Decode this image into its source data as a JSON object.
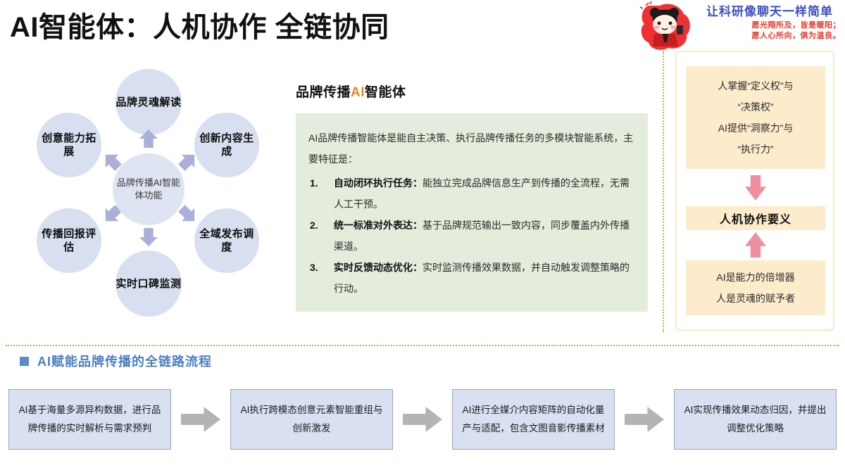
{
  "page": {
    "title": "AI智能体：人机协作 全链协同"
  },
  "brand": {
    "tagline": "让科研像聊天一样简单",
    "slogan_line1": "愿光翔所及，皆是暖阳；",
    "slogan_line2": "愿人心所向，俱为温良。",
    "mascot_icon": "mascot-character-icon",
    "accent_blue": "#3d4fbf",
    "accent_red": "#e8392b"
  },
  "wheel": {
    "center": "品牌传播AI智能体功能",
    "nodes": [
      {
        "id": "top",
        "label": "品牌灵魂解读"
      },
      {
        "id": "top-right",
        "label": "创新内容生成"
      },
      {
        "id": "bottom-right",
        "label": "全域发布调度"
      },
      {
        "id": "bottom",
        "label": "实时口碑监测"
      },
      {
        "id": "bottom-left",
        "label": "传播回报评估"
      },
      {
        "id": "top-left",
        "label": "创意能力拓展"
      }
    ],
    "node_color": "#d7dff0",
    "arrow_color": "#aab0da"
  },
  "middle": {
    "heading_pre": "品牌传播",
    "heading_accent": "AI",
    "heading_post": "智能体",
    "intro": "AI品牌传播智能体是能自主决策、执行品牌传播任务的多模块智能系统，主要特征是：",
    "features": [
      {
        "term": "自动闭环执行任务：",
        "desc": "能独立完成品牌信息生产到传播的全流程，无需人工干预。"
      },
      {
        "term": "统一标准对外表达：",
        "desc": "基于品牌规范输出一致内容，同步覆盖内外传播渠道。"
      },
      {
        "term": "实时反馈动态优化：",
        "desc": "实时监测传播效果数据，并自动触发调整策略的行动。"
      }
    ],
    "card_color": "#e4ecdb"
  },
  "right_panel": {
    "top_lines": [
      "人掌握“定义权”与",
      "“决策权”",
      "AI提供“洞察力”与",
      "“执行力”"
    ],
    "center_title": "人机协作要义",
    "bottom_lines": [
      "AI是能力的倍增器",
      "人是灵魂的赋予者"
    ],
    "box_color": "#fdeccc",
    "arrow_color": "#ef8f9e",
    "arrow_down_icon": "arrow-down-icon",
    "arrow_up_icon": "arrow-up-icon"
  },
  "bottom_section": {
    "title": "AI赋能品牌传播的全链路流程",
    "bullet_color": "#5b8cc8",
    "title_color": "#4a7fc1",
    "steps": [
      "AI基于海量多源异构数据，进行品牌传播的实时解析与需求预判",
      "AI执行跨模态创意元素智能重组与创新激发",
      "AI进行全媒介内容矩阵的自动化量产与适配，包含文图音影传播素材",
      "AI实现传播效果动态归因，并提出调整优化策略"
    ],
    "step_color": "#d8e0f1",
    "arrow_color": "#b4b4b4",
    "arrow_icon": "arrow-right-icon"
  }
}
